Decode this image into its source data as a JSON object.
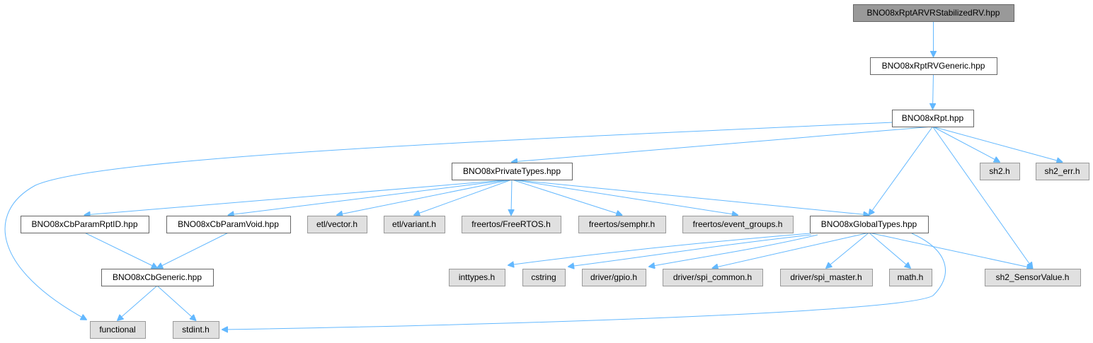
{
  "diagram": {
    "title": "",
    "colors": {
      "edge": "#63b8ff",
      "root_fill": "#999999",
      "file_fill": "#ffffff",
      "external_fill": "#e0e0e0",
      "border": "#666666"
    },
    "nodes": [
      {
        "id": "root",
        "label": "BNO08xRptARVRStabilizedRV.hpp",
        "kind": "root"
      },
      {
        "id": "rvgeneric",
        "label": "BNO08xRptRVGeneric.hpp",
        "kind": "file"
      },
      {
        "id": "rpt",
        "label": "BNO08xRpt.hpp",
        "kind": "file"
      },
      {
        "id": "private",
        "label": "BNO08xPrivateTypes.hpp",
        "kind": "file"
      },
      {
        "id": "sh2",
        "label": "sh2.h",
        "kind": "external"
      },
      {
        "id": "sh2err",
        "label": "sh2_err.h",
        "kind": "external"
      },
      {
        "id": "cbrptid",
        "label": "BNO08xCbParamRptID.hpp",
        "kind": "file"
      },
      {
        "id": "cbvoid",
        "label": "BNO08xCbParamVoid.hpp",
        "kind": "file"
      },
      {
        "id": "etlvector",
        "label": "etl/vector.h",
        "kind": "external"
      },
      {
        "id": "etlvariant",
        "label": "etl/variant.h",
        "kind": "external"
      },
      {
        "id": "freertos",
        "label": "freertos/FreeRTOS.h",
        "kind": "external"
      },
      {
        "id": "semphr",
        "label": "freertos/semphr.h",
        "kind": "external"
      },
      {
        "id": "eventgroups",
        "label": "freertos/event_groups.h",
        "kind": "external"
      },
      {
        "id": "global",
        "label": "BNO08xGlobalTypes.hpp",
        "kind": "file"
      },
      {
        "id": "cbgeneric",
        "label": "BNO08xCbGeneric.hpp",
        "kind": "file"
      },
      {
        "id": "inttypes",
        "label": "inttypes.h",
        "kind": "external"
      },
      {
        "id": "cstring",
        "label": "cstring",
        "kind": "external"
      },
      {
        "id": "gpio",
        "label": "driver/gpio.h",
        "kind": "external"
      },
      {
        "id": "spicommon",
        "label": "driver/spi_common.h",
        "kind": "external"
      },
      {
        "id": "spimaster",
        "label": "driver/spi_master.h",
        "kind": "external"
      },
      {
        "id": "math",
        "label": "math.h",
        "kind": "external"
      },
      {
        "id": "sensorvalue",
        "label": "sh2_SensorValue.h",
        "kind": "external"
      },
      {
        "id": "functional",
        "label": "functional",
        "kind": "external"
      },
      {
        "id": "stdint",
        "label": "stdint.h",
        "kind": "external"
      }
    ],
    "edges": [
      {
        "from": "root",
        "to": "rvgeneric"
      },
      {
        "from": "rvgeneric",
        "to": "rpt"
      },
      {
        "from": "rpt",
        "to": "functional"
      },
      {
        "from": "rpt",
        "to": "private"
      },
      {
        "from": "rpt",
        "to": "global"
      },
      {
        "from": "rpt",
        "to": "sh2"
      },
      {
        "from": "rpt",
        "to": "sh2err"
      },
      {
        "from": "rpt",
        "to": "sensorvalue"
      },
      {
        "from": "private",
        "to": "cbrptid"
      },
      {
        "from": "private",
        "to": "cbvoid"
      },
      {
        "from": "private",
        "to": "etlvector"
      },
      {
        "from": "private",
        "to": "etlvariant"
      },
      {
        "from": "private",
        "to": "freertos"
      },
      {
        "from": "private",
        "to": "semphr"
      },
      {
        "from": "private",
        "to": "eventgroups"
      },
      {
        "from": "private",
        "to": "global"
      },
      {
        "from": "cbrptid",
        "to": "cbgeneric"
      },
      {
        "from": "cbvoid",
        "to": "cbgeneric"
      },
      {
        "from": "cbgeneric",
        "to": "functional"
      },
      {
        "from": "cbgeneric",
        "to": "stdint"
      },
      {
        "from": "global",
        "to": "inttypes"
      },
      {
        "from": "global",
        "to": "cstring"
      },
      {
        "from": "global",
        "to": "gpio"
      },
      {
        "from": "global",
        "to": "spicommon"
      },
      {
        "from": "global",
        "to": "spimaster"
      },
      {
        "from": "global",
        "to": "math"
      },
      {
        "from": "global",
        "to": "sensorvalue"
      },
      {
        "from": "global",
        "to": "stdint"
      }
    ]
  }
}
